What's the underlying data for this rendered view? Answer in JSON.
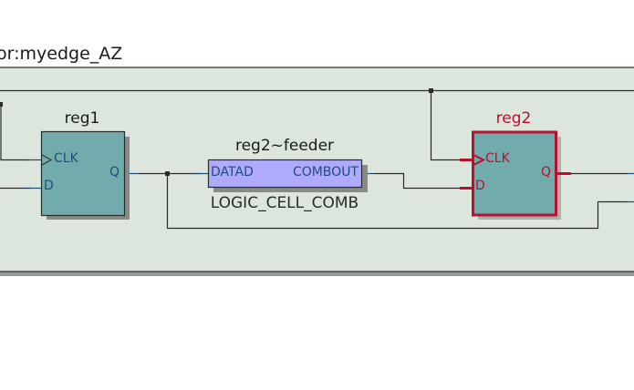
{
  "hierarchy": {
    "title": "or:myedge_AZ"
  },
  "colors": {
    "canvas_bg": "#ffffff",
    "hier_fill": "#dde6dd",
    "hier_border": "#2b2b2b",
    "hier_shadow": "#999999",
    "wire": "#2b2b2b",
    "pin_stub": "#1a4f7a",
    "reg_fill": "#72abab",
    "reg_border": "#2b2b2b",
    "reg_text": "#1a4f7a",
    "shadow": "#878a87",
    "selected": "#b8102e",
    "lcell_fill": "#b0aaff",
    "label_text": "#1a1a1a"
  },
  "nodes": {
    "reg1": {
      "name": "reg1",
      "ports": {
        "clk": "CLK",
        "d": "D",
        "q": "Q"
      },
      "selected": false
    },
    "feeder": {
      "name": "reg2~feeder",
      "type": "LOGIC_CELL_COMB",
      "ports": {
        "in": "DATAD",
        "out": "COMBOUT"
      }
    },
    "reg2": {
      "name": "reg2",
      "ports": {
        "clk": "CLK",
        "d": "D",
        "q": "Q"
      },
      "selected": true
    }
  }
}
